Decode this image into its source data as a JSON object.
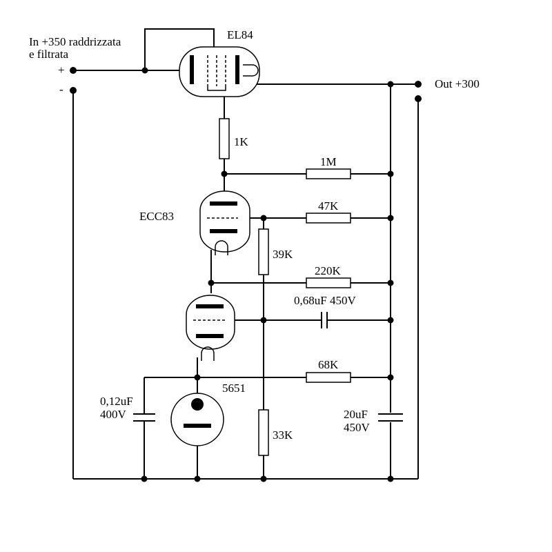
{
  "labels": {
    "input_line1": "In +350 raddrizzata",
    "input_line2": "e filtrata",
    "plus": "+",
    "minus": "-",
    "output": "Out +300",
    "tube_el84": "EL84",
    "tube_ecc83": "ECC83",
    "tube_5651": "5651",
    "r_1k": "1K",
    "r_1m": "1M",
    "r_47k": "47K",
    "r_39k": "39K",
    "r_220k": "220K",
    "c_068_line": "0,68uF 450V",
    "r_68k": "68K",
    "c_012_line1": "0,12uF",
    "c_012_line2": "400V",
    "c_20_line1": "20uF",
    "c_20_line2": "450V",
    "r_33k": "33K"
  }
}
